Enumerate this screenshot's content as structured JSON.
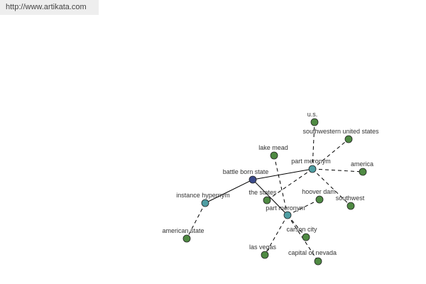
{
  "source_url": "http://www.artikata.com",
  "colors": {
    "root": "#3a4a8a",
    "relation": "#4f9ea3",
    "leaf": "#4f8a43",
    "edge": "#000000",
    "label": "#333333"
  },
  "nodes": [
    {
      "id": "root",
      "label": "battle born state",
      "kind": "root"
    },
    {
      "id": "rel_hyper",
      "label": "instance hypernym",
      "kind": "relation"
    },
    {
      "id": "rel_mer1",
      "label": "part meronym",
      "kind": "relation"
    },
    {
      "id": "rel_mer2",
      "label": "part meronym",
      "kind": "relation"
    },
    {
      "id": "american_state",
      "label": "american state",
      "kind": "leaf"
    },
    {
      "id": "us",
      "label": "u.s.",
      "kind": "leaf"
    },
    {
      "id": "sw_us",
      "label": "southwestern united states",
      "kind": "leaf"
    },
    {
      "id": "america",
      "label": "america",
      "kind": "leaf"
    },
    {
      "id": "southwest",
      "label": "southwest",
      "kind": "leaf"
    },
    {
      "id": "the_states",
      "label": "the states",
      "kind": "leaf"
    },
    {
      "id": "lake_mead",
      "label": "lake mead",
      "kind": "leaf"
    },
    {
      "id": "hoover_dam",
      "label": "hoover dam",
      "kind": "leaf"
    },
    {
      "id": "carson_city",
      "label": "carson city",
      "kind": "leaf"
    },
    {
      "id": "las_vegas",
      "label": "las vegas",
      "kind": "leaf"
    },
    {
      "id": "capital_nevada",
      "label": "capital of nevada",
      "kind": "leaf"
    }
  ],
  "edges": [
    {
      "from": "root",
      "to": "rel_hyper",
      "style": "solid"
    },
    {
      "from": "root",
      "to": "rel_mer1",
      "style": "solid"
    },
    {
      "from": "root",
      "to": "rel_mer2",
      "style": "solid"
    },
    {
      "from": "rel_hyper",
      "to": "american_state",
      "style": "dashed"
    },
    {
      "from": "rel_mer1",
      "to": "us",
      "style": "dashed"
    },
    {
      "from": "rel_mer1",
      "to": "sw_us",
      "style": "dashed"
    },
    {
      "from": "rel_mer1",
      "to": "america",
      "style": "dashed"
    },
    {
      "from": "rel_mer1",
      "to": "southwest",
      "style": "dashed"
    },
    {
      "from": "rel_mer1",
      "to": "the_states",
      "style": "dashed"
    },
    {
      "from": "rel_mer2",
      "to": "lake_mead",
      "style": "dashed"
    },
    {
      "from": "rel_mer2",
      "to": "hoover_dam",
      "style": "dashed"
    },
    {
      "from": "rel_mer2",
      "to": "carson_city",
      "style": "dashed"
    },
    {
      "from": "rel_mer2",
      "to": "las_vegas",
      "style": "dashed"
    },
    {
      "from": "rel_mer2",
      "to": "capital_nevada",
      "style": "dashed"
    }
  ]
}
